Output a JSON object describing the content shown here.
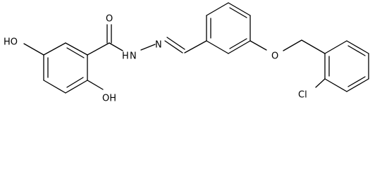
{
  "structure": {
    "atom_labels": {
      "hydroxyl_top": "HO",
      "hydroxyl_bottom": "OH",
      "carbonyl_oxygen": "O",
      "hydrazide_nh": "H",
      "hydrazide_n_left": "N",
      "hydrazone_n": "N",
      "ether_oxygen": "O",
      "chlorine": "Cl"
    }
  },
  "colors": {
    "bond": "#000000",
    "label": "#000000",
    "background": "#ffffff"
  }
}
